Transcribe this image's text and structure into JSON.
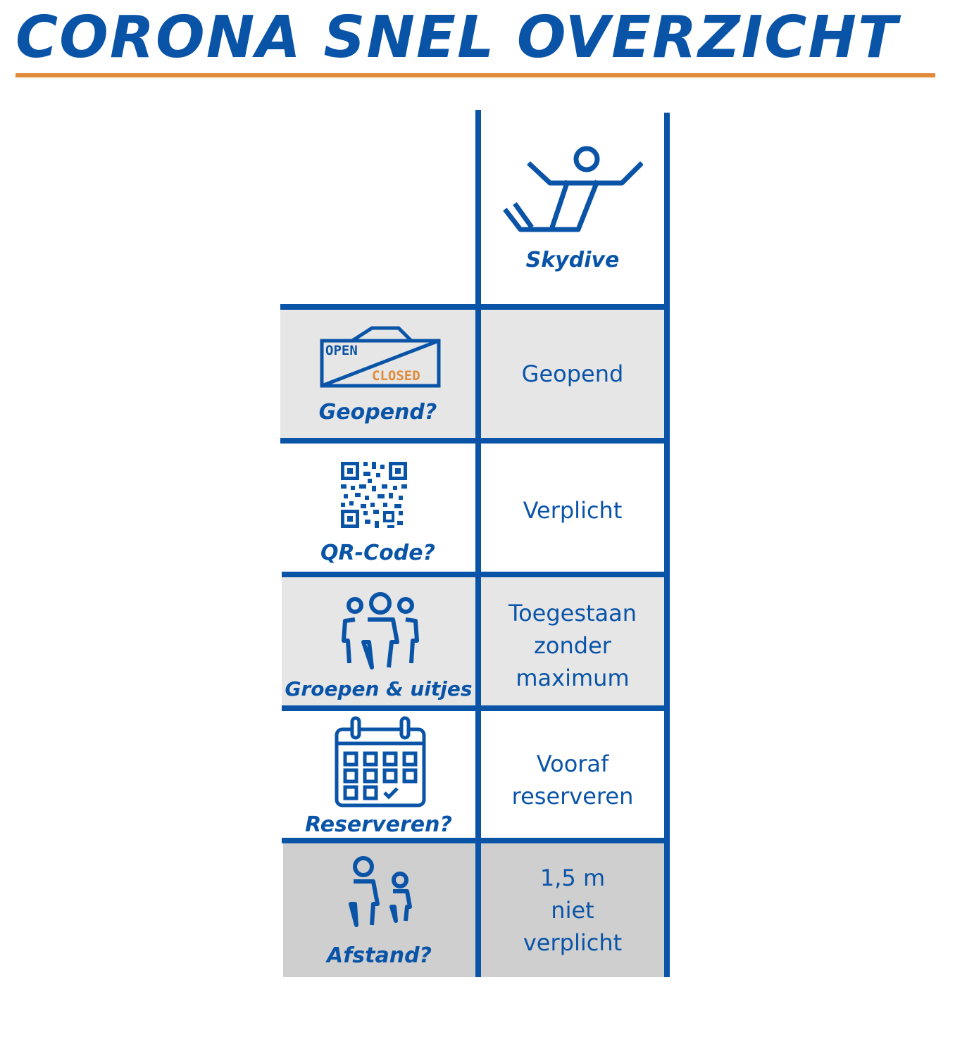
{
  "header": {
    "title": "CORONA SNEL OVERZICHT"
  },
  "activity": {
    "label": "Skydive",
    "icon": "skydiver-icon"
  },
  "rows": [
    {
      "label": "Geopend?",
      "icon": "open-closed-sign-icon",
      "sign_open": "OPEN",
      "sign_closed": "CLOSED",
      "value_lines": [
        "Geopend"
      ]
    },
    {
      "label": "QR-Code?",
      "icon": "qr-code-icon",
      "value_lines": [
        "Verplicht"
      ]
    },
    {
      "label": "Groepen & uitjes",
      "icon": "group-people-icon",
      "value_lines": [
        "Toegestaan",
        "zonder",
        "maximum"
      ]
    },
    {
      "label": "Reserveren?",
      "icon": "calendar-icon",
      "value_lines": [
        "Vooraf",
        "reserveren"
      ]
    },
    {
      "label": "Afstand?",
      "icon": "adult-child-distance-icon",
      "value_lines": [
        "1,5  m",
        "niet",
        "verplicht"
      ]
    }
  ],
  "colors": {
    "primary": "#0a54a8",
    "accent": "#e08a3a",
    "row_shade": "#e6e6e6",
    "row_shade_dark": "#cfcfcf"
  }
}
